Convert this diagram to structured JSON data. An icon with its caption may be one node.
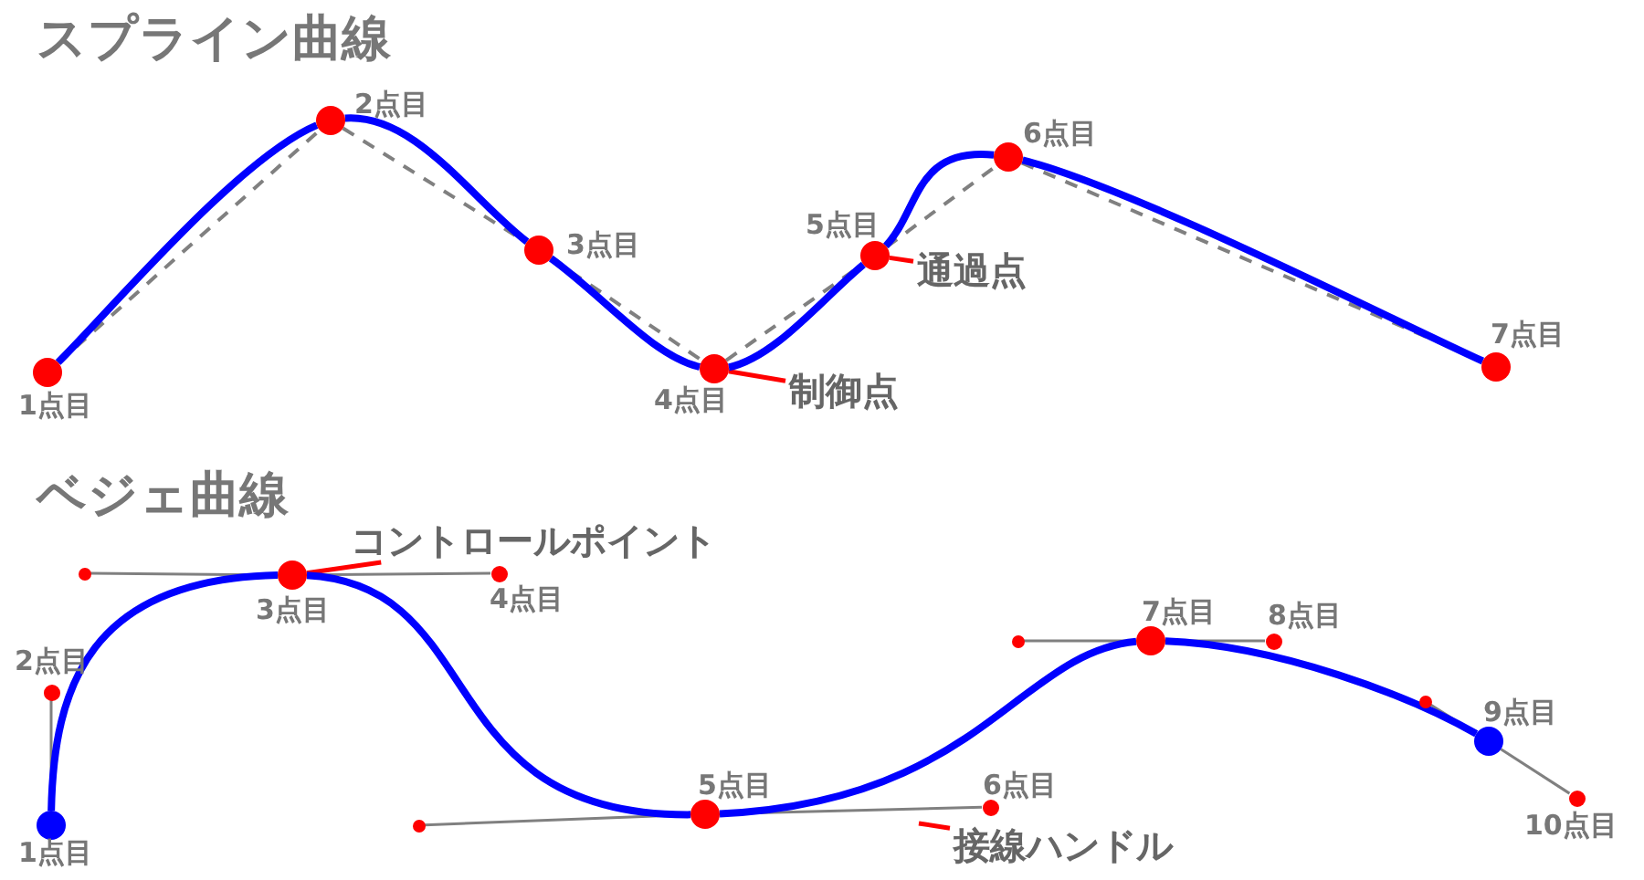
{
  "diagram": {
    "nodes": [
      {
        "text": [],
        "shape": "circle",
        "beside": [
          "1点目"
        ]
      },
      {
        "text": [],
        "shape": "circle",
        "beside": [
          "2点目"
        ]
      },
      {
        "text": [],
        "shape": "circle",
        "beside": [
          "3点目"
        ]
      },
      {
        "text": [],
        "shape": "circle",
        "beside": [
          "4点目"
        ]
      },
      {
        "text": [],
        "shape": "circle",
        "beside": [
          "5点目"
        ]
      },
      {
        "text": [],
        "shape": "circle",
        "beside": [
          "6点目"
        ]
      },
      {
        "text": [],
        "shape": "circle",
        "beside": [
          "7点目"
        ]
      },
      {
        "text": [
          "制御点"
        ]
      },
      {
        "text": [
          "通過点"
        ]
      },
      {
        "text": [],
        "shape": "circle",
        "beside": [
          "1点目"
        ]
      },
      {
        "text": [],
        "shape": "circle",
        "beside": [
          "2点目"
        ]
      },
      {
        "text": [],
        "shape": "circle"
      },
      {
        "text": [],
        "shape": "circle",
        "beside": [
          "3点目"
        ]
      },
      {
        "text": [],
        "shape": "circle",
        "beside": [
          "4点目"
        ]
      },
      {
        "text": [],
        "shape": "circle"
      },
      {
        "text": [],
        "shape": "circle",
        "beside": [
          "5点目"
        ]
      },
      {
        "text": [],
        "shape": "circle",
        "beside": [
          "6点目"
        ]
      },
      {
        "text": [],
        "shape": "circle"
      },
      {
        "text": [],
        "shape": "circle",
        "beside": [
          "7点目"
        ]
      },
      {
        "text": [],
        "shape": "circle",
        "beside": [
          "8点目"
        ]
      },
      {
        "text": [],
        "shape": "circle"
      },
      {
        "text": [],
        "shape": "circle",
        "beside": [
          "9点目"
        ]
      },
      {
        "text": [],
        "shape": "circle",
        "beside": [
          "10点目"
        ]
      },
      {
        "text": [
          "コントロールポイント"
        ]
      },
      {
        "text": [
          "接線ハンドル"
        ]
      }
    ],
    "edges": [
      {
        "from": 0,
        "to": 1,
        "arrow": "none",
        "style": "dashed"
      },
      {
        "from": 1,
        "to": 2,
        "arrow": "none",
        "style": "dashed"
      },
      {
        "from": 2,
        "to": 3,
        "arrow": "none",
        "style": "dashed"
      },
      {
        "from": 3,
        "to": 4,
        "arrow": "none",
        "style": "dashed"
      },
      {
        "from": 4,
        "to": 5,
        "arrow": "none",
        "style": "dashed"
      },
      {
        "from": 5,
        "to": 6,
        "arrow": "none",
        "style": "dashed"
      },
      {
        "from": 0,
        "to": 1,
        "arrow": "none",
        "style": "thick",
        "color": "#0000ff"
      },
      {
        "from": 1,
        "to": 2,
        "arrow": "none",
        "style": "thick",
        "color": "#0000ff"
      },
      {
        "from": 2,
        "to": 3,
        "arrow": "none",
        "style": "thick",
        "color": "#0000ff"
      },
      {
        "from": 3,
        "to": 4,
        "arrow": "none",
        "style": "thick",
        "color": "#0000ff"
      },
      {
        "from": 4,
        "to": 5,
        "arrow": "none",
        "style": "thick",
        "color": "#0000ff"
      },
      {
        "from": 5,
        "to": 6,
        "arrow": "none",
        "style": "thick",
        "color": "#0000ff"
      },
      {
        "from": 7,
        "to": 3,
        "arrow": "none",
        "color": "#ff0000"
      },
      {
        "from": 8,
        "to": 4,
        "arrow": "none",
        "color": "#ff0000"
      },
      {
        "from": 9,
        "to": 10,
        "arrow": "none"
      },
      {
        "from": 11,
        "to": 12,
        "arrow": "none"
      },
      {
        "from": 12,
        "to": 13,
        "arrow": "none"
      },
      {
        "from": 14,
        "to": 15,
        "arrow": "none"
      },
      {
        "from": 15,
        "to": 16,
        "arrow": "none"
      },
      {
        "from": 17,
        "to": 18,
        "arrow": "none"
      },
      {
        "from": 18,
        "to": 19,
        "arrow": "none"
      },
      {
        "from": 20,
        "to": 21,
        "arrow": "none"
      },
      {
        "from": 21,
        "to": 22,
        "arrow": "none"
      },
      {
        "from": 9,
        "to": 12,
        "arrow": "none",
        "style": "thick",
        "color": "#0000ff"
      },
      {
        "from": 12,
        "to": 15,
        "arrow": "none",
        "style": "thick",
        "color": "#0000ff"
      },
      {
        "from": 15,
        "to": 18,
        "arrow": "none",
        "style": "thick",
        "color": "#0000ff"
      },
      {
        "from": 18,
        "to": 21,
        "arrow": "none",
        "style": "thick",
        "color": "#0000ff"
      },
      {
        "from": 23,
        "to": 12,
        "arrow": "none",
        "color": "#ff0000"
      },
      {
        "from": 24,
        "to": null,
        "arrow": "none",
        "color": "#ff0000"
      }
    ],
    "labels": [
      "スプライン曲線",
      "ベジェ曲線"
    ]
  }
}
